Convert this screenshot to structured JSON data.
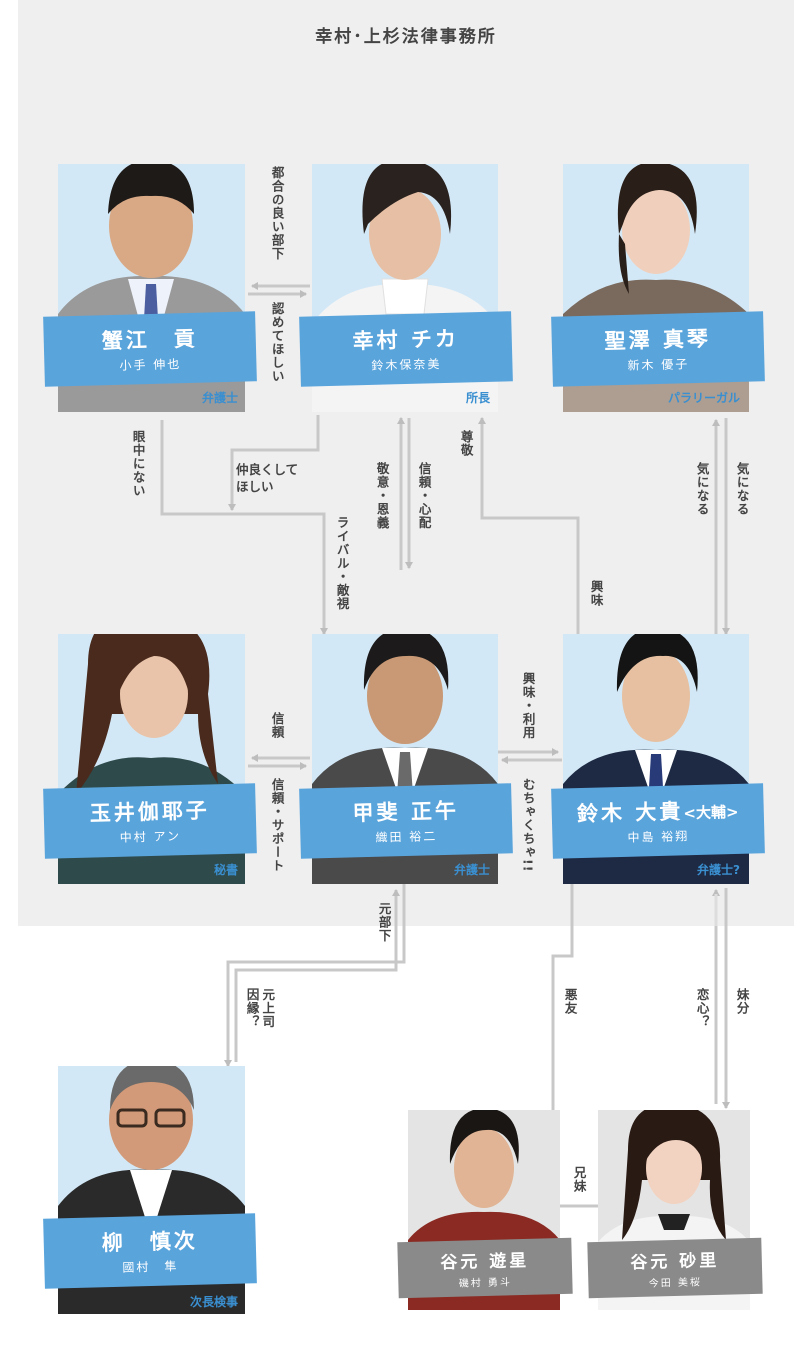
{
  "firm": {
    "name": "幸村･上杉法律事務所"
  },
  "characters": {
    "kanie": {
      "name": "蟹江　貢",
      "actor": "小手 伸也",
      "role": "弁護士"
    },
    "yukimura": {
      "name": "幸村 チカ",
      "actor": "鈴木保奈美",
      "role": "所長"
    },
    "hijiri": {
      "name": "聖澤 真琴",
      "actor": "新木 優子",
      "role": "パラリーガル"
    },
    "tamai": {
      "name": "玉井伽耶子",
      "actor": "中村 アン",
      "role": "秘書"
    },
    "kai": {
      "name": "甲斐 正午",
      "actor": "織田 裕二",
      "role": "弁護士"
    },
    "suzuki": {
      "name": "鈴木 大貴",
      "name_suffix": "<大輔>",
      "actor": "中島 裕翔",
      "role": "弁護士?"
    },
    "yanagi": {
      "name": "柳　慎次",
      "actor": "國村　隼",
      "role": "次長検事"
    },
    "yusei": {
      "name": "谷元 遊星",
      "actor": "磯村 勇斗"
    },
    "sari": {
      "name": "谷元 砂里",
      "actor": "今田 美桜"
    }
  },
  "relations": {
    "kanie_yukimura_1": "都合の良い部下",
    "kanie_yukimura_2": "認めてほしい",
    "kanie_kai": "眼中にない",
    "yukimura_kanie_kai": "仲良くして\nほしい",
    "kai_yukimura_rival": "ライバル・敵視",
    "kai_yukimura_respect": "敬意・恩義",
    "yukimura_kai_trust": "信頼・心配",
    "suzuki_yukimura": "尊敬",
    "suzuki_interest": "興味",
    "hijiri_suzuki": "気になる",
    "suzuki_hijiri": "気になる",
    "tamai_kai_trust": "信頼",
    "tamai_kai_support": "信頼・サポート",
    "kai_suzuki": "興味・利用",
    "suzuki_kai": "むちゃくちゃ!!",
    "kai_yanagi": "元部下",
    "yanagi_kai": "元上司\n因縁？",
    "suzuki_yusei": "悪友",
    "suzuki_sari_love": "恋心？",
    "suzuki_sari_sister": "妹分",
    "yusei_sari": "兄妹"
  }
}
